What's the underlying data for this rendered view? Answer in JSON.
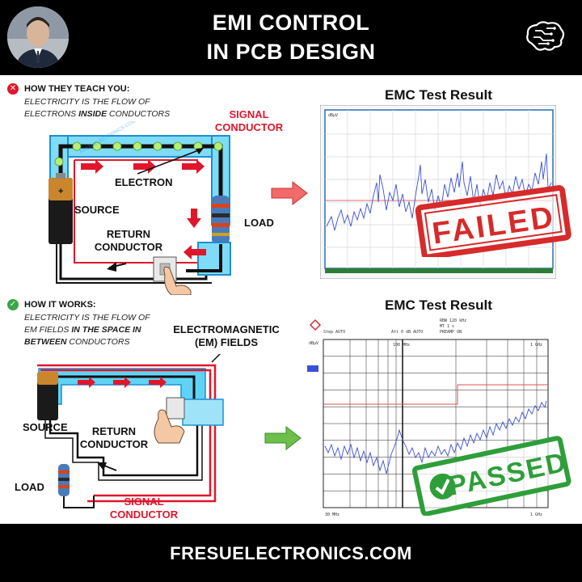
{
  "header": {
    "title_line1": "EMI CONTROL",
    "title_line2": "IN PCB DESIGN"
  },
  "top_section": {
    "status": "fail",
    "heading": "HOW THEY TEACH YOU:",
    "line1": "ELECTRICITY IS THE FLOW OF",
    "line2_pre": "ELECTRONS ",
    "line2_bold": "INSIDE",
    "line2_post": " CONDUCTORS",
    "labels": {
      "signal_conductor_1": "SIGNAL",
      "signal_conductor_2": "CONDUCTOR",
      "electron": "ELECTRON",
      "source": "SOURCE",
      "load": "LOAD",
      "return_1": "RETURN",
      "return_2": "CONDUCTOR"
    },
    "result_title": "EMC Test Result",
    "stamp": "FAILED"
  },
  "bottom_section": {
    "status": "pass",
    "heading": "HOW IT WORKS:",
    "line1": "ELECTRICITY IS THE FLOW OF",
    "line2_pre": "EM FIELDS ",
    "line2_bold": "IN THE SPACE IN",
    "line3_bold": "BETWEEN",
    "line3_post": " CONDUCTORS",
    "labels": {
      "em_fields_1": "ELECTROMAGNETIC",
      "em_fields_2": "(EM) FIELDS",
      "source": "SOURCE",
      "return_1": "RETURN",
      "return_2": "CONDUCTOR",
      "load": "LOAD",
      "signal_1": "SIGNAL",
      "signal_2": "CONDUCTOR"
    },
    "result_title": "EMC Test Result",
    "stamp": "PASSED",
    "analyzer": {
      "rbw": "RBW    120 kHz",
      "mt": "MT     1 s",
      "att": "Att  0 dB AUTO",
      "preamp": "PREAMP  ON",
      "marker": "100 MHz",
      "top_right": "1 GHz",
      "step": "Step  AUTO",
      "unit": "dBµV",
      "start": "30 MHz",
      "stop": "1 GHz"
    }
  },
  "watermark": "FRESUELECTRONICS.COM",
  "footer": {
    "text": "FRESUELECTRONICS.COM"
  },
  "colors": {
    "red": "#e0162b",
    "green": "#2f9e3a",
    "blue_trace": "#3b4fd6",
    "cyan_field": "#5fd3f5"
  }
}
